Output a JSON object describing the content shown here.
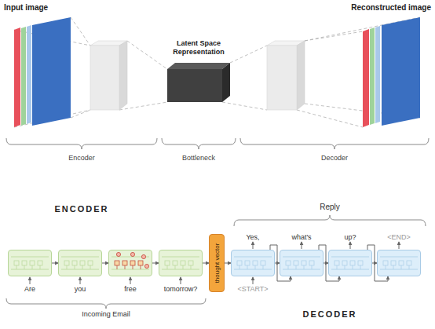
{
  "diagram": {
    "nodes": [
      {
        "text": [
          "Are"
        ]
      },
      {
        "text": [
          "you"
        ]
      },
      {
        "text": [
          "free"
        ]
      },
      {
        "text": [
          "tomorrow?"
        ]
      },
      {
        "text": [
          "thought vector"
        ]
      },
      {
        "text": [
          "Yes,",
          "<START>"
        ]
      },
      {
        "text": [
          "what's"
        ]
      },
      {
        "text": [
          "up?"
        ]
      },
      {
        "text": [
          "<END>"
        ]
      }
    ],
    "edges": [
      {
        "from": 0,
        "to": 1,
        "arrow": "to"
      },
      {
        "from": 1,
        "to": 2,
        "arrow": "to"
      },
      {
        "from": 2,
        "to": 3,
        "arrow": "to"
      },
      {
        "from": 3,
        "to": 4,
        "arrow": "to"
      },
      {
        "from": 4,
        "to": 5,
        "arrow": "to"
      },
      {
        "from": 5,
        "to": 6,
        "arrow": "to"
      },
      {
        "from": 6,
        "to": 7,
        "arrow": "to"
      },
      {
        "from": 7,
        "to": 8,
        "arrow": "to"
      },
      {
        "from": 5,
        "to": 6,
        "arrow": "to"
      },
      {
        "from": 6,
        "to": 7,
        "arrow": "to"
      },
      {
        "from": 7,
        "to": 8,
        "arrow": "to"
      }
    ],
    "labels": [
      "Input image",
      "Reconstructed image",
      "Latent Space Representation",
      "Encoder",
      "Bottleneck",
      "Decoder",
      "ENCODER",
      "Reply",
      "Incoming Email",
      "DECODER"
    ]
  }
}
